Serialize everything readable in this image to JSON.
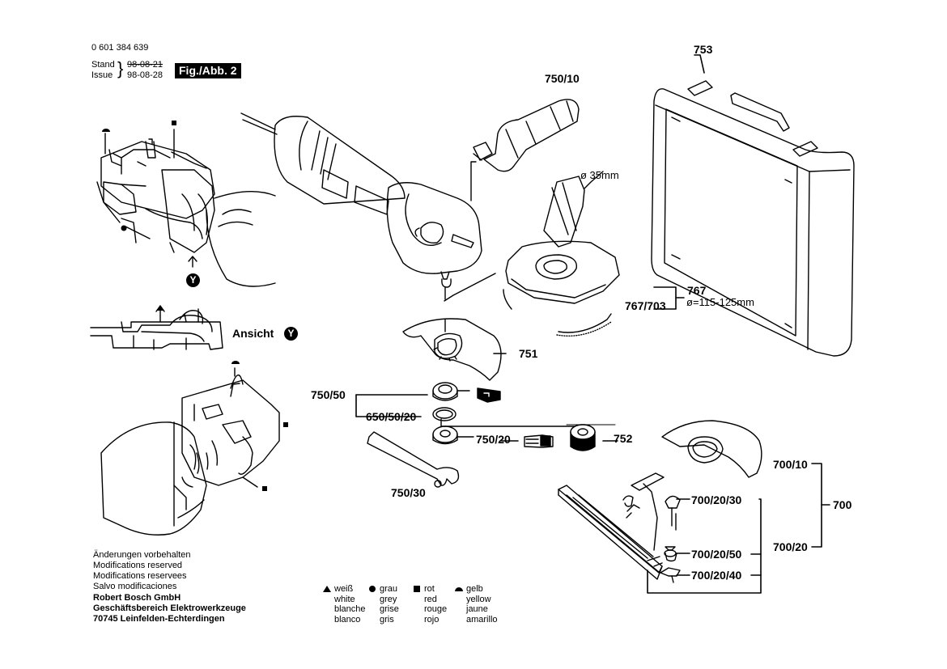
{
  "header": {
    "part_number": "0 601 384 639",
    "stand_label": "Stand",
    "issue_label": "Issue",
    "stand_date": "98-08-21",
    "issue_date": "98-08-28",
    "figure": "Fig./Abb. 2"
  },
  "view": {
    "ansicht_label": "Ansicht",
    "y_badge": "Y"
  },
  "parts": {
    "p753": "753",
    "p750_10": "750/10",
    "dia35": "ø 35mm",
    "p767": "767",
    "p767_dia": "ø=115-125mm",
    "p767_703": "767/703",
    "p751": "751",
    "p750_50": "750/50",
    "p650_50_20": "650/50/20",
    "p750_20": "750/20",
    "p752": "752",
    "p750_30": "750/30",
    "p700_10": "700/10",
    "p700_20_30": "700/20/30",
    "p700": "700",
    "p700_20": "700/20",
    "p700_20_50": "700/20/50",
    "p700_20_40": "700/20/40"
  },
  "notes": {
    "lines": [
      "Änderungen vorbehalten",
      "Modifications reserved",
      "Modifications reservees",
      "Salvo modificaciones"
    ],
    "company": [
      "Robert Bosch GmbH",
      "Geschäftsbereich Elektrowerkzeuge",
      "70745 Leinfelden-Echterdingen"
    ]
  },
  "legend": {
    "white": [
      "weiß",
      "white",
      "blanche",
      "blanco"
    ],
    "grey": [
      "grau",
      "grey",
      "grise",
      "gris"
    ],
    "red": [
      "rot",
      "red",
      "rouge",
      "rojo"
    ],
    "yellow": [
      "gelb",
      "yellow",
      "jaune",
      "amarillo"
    ]
  }
}
